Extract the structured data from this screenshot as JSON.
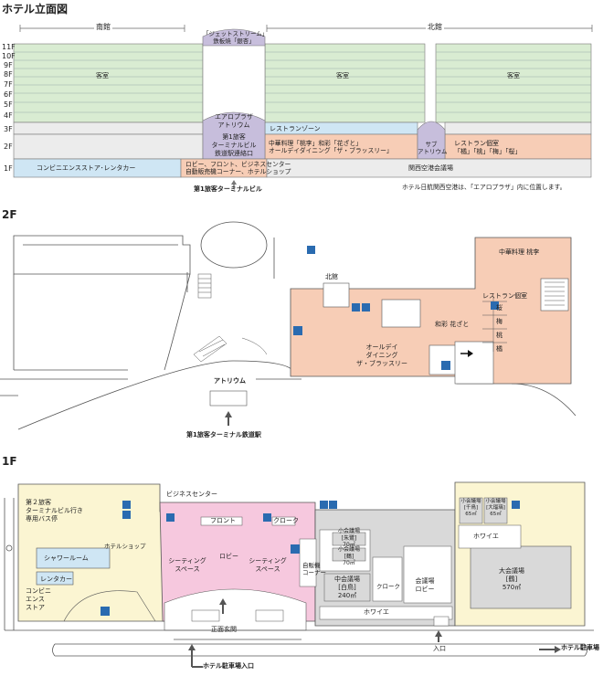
{
  "section1": {
    "title": "ホテル立面図",
    "south_wing": "南館",
    "north_wing": "北館",
    "floors": [
      "11F",
      "10F",
      "9F",
      "8F",
      "7F",
      "6F",
      "5F",
      "4F",
      "3F",
      "2F",
      "1F"
    ],
    "rooftop_restaurant": "「ジェットストリーム」\n鉄板焼「銀杏」",
    "guest_room": "客室",
    "aeroplaza_atrium": "エアロプラザ\nアトリウム",
    "terminal_connection": "第1旅客\nターミナルビル\n鉄道駅連絡口",
    "restaurant_zone": "レストランゾーン",
    "restaurants_2f": "中華料理「桃李」和彩「花ざと」\nオールデイダイニング「ザ・ブラッスリー」",
    "sub_atrium": "サブ\nアトリウム",
    "private_rooms": "レストラン個室\n「橘」「桃」「梅」「桜」",
    "convenience_store": "コンビニエンスストア･レンタカー",
    "lobby_services": "ロビー、フロント、ビジネスセンター\n自動販売機コーナー、ホテルショップ",
    "convention_hall": "関西空港会議場",
    "terminal_building": "第1旅客ターミナルビル",
    "location_note": "ホテル日航関西空港は、「エアロプラザ」内に位置します。"
  },
  "section2": {
    "title": "2F",
    "chinese": "中華料理 桃李",
    "north_wing": "北館",
    "private_room": "レストラン個室",
    "room_names": [
      "桜",
      "梅",
      "桃",
      "橘"
    ],
    "washoku": "和彩 花ざと",
    "all_day": "オールデイ\nダイニング\nザ・ブラッスリー",
    "atrium": "アトリウム",
    "station": "第1旅客ターミナル鉄道駅"
  },
  "section3": {
    "title": "1F",
    "bus_stop": "第２旅客\nターミナルビル行き\n専用バス停",
    "business_center": "ビジネスセンター",
    "front": "フロント",
    "cloak": "クローク",
    "hotel_shop": "ホテルショップ",
    "shower_room": "シャワールーム",
    "rent_a_car": "レンタカー",
    "convenience": "コンビニ\nエンス\nストア",
    "seating_left": "シーティング\nスペース",
    "lobby": "ロビー",
    "seating_right": "シーティング\nスペース",
    "vending": "自販機\nコーナー",
    "main_entrance": "正面玄関",
    "small_hall_1": "小会議場\n[朱鷺]\n70㎡",
    "small_hall_2": "小会議場\n[鶴]\n70㎡",
    "mid_hall": "中会議場\n[白鳥]\n240㎡",
    "cloak2": "クローク",
    "conf_lobby": "会議場\nロビー",
    "foyer": "ホワイエ",
    "small_hall_3": "小会議場\n[千鳥]\n65㎡",
    "small_hall_4": "小会議場\n[大瑠璃]\n65㎡",
    "foyer_upper": "ホワイエ",
    "large_hall": "大会議場\n[鶴]\n570㎡",
    "entrance": "入口",
    "hotel_parking": "ホテル駐車場",
    "parking_entrance": "ホテル駐車場入口"
  },
  "colors": {
    "green": "#d9ecd2",
    "orange": "#f7cdb6",
    "purple": "#c7bedc",
    "blue": "#cfe6f4",
    "pink": "#f6c8de",
    "yellow": "#fbf5d2",
    "gray": "#d9d9d9"
  }
}
